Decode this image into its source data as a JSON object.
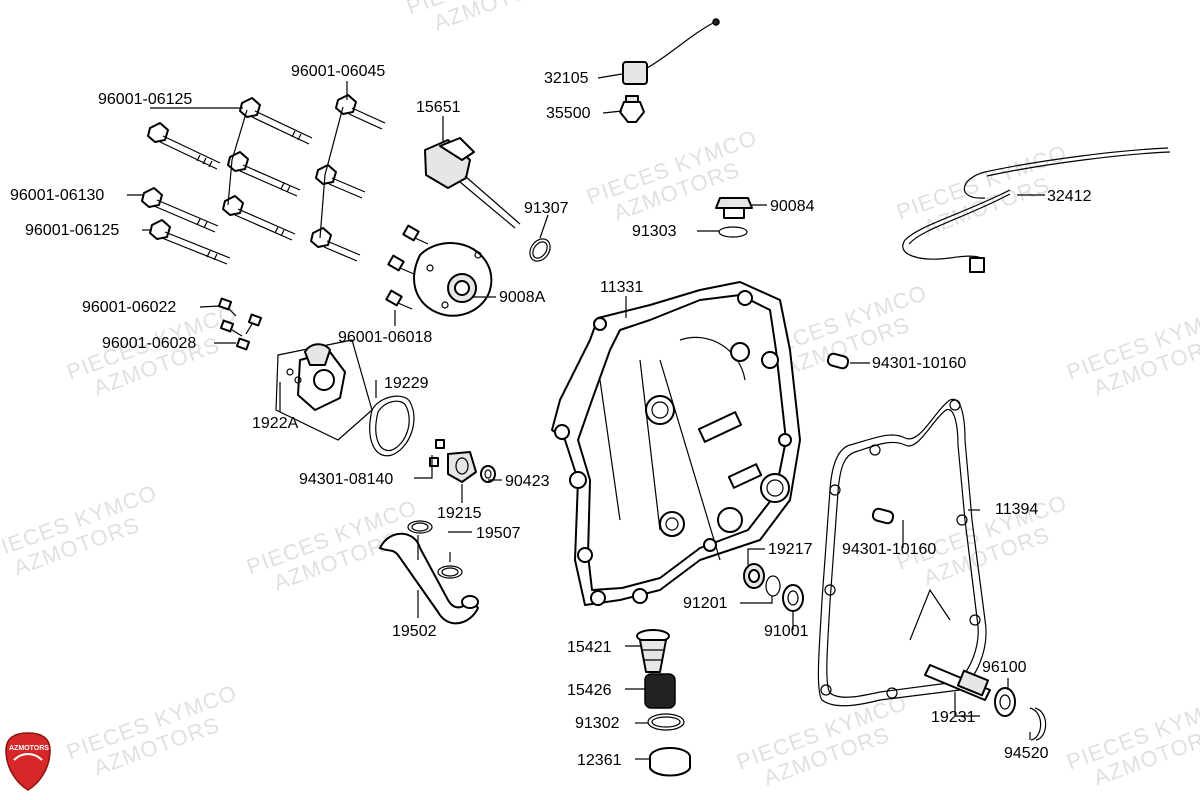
{
  "watermark": {
    "line1": "PIECES KYMCO",
    "line2": "AZMOTORS"
  },
  "logo": {
    "text": "AZMOTORS",
    "color": "#d62828"
  },
  "parts": {
    "p32105": "32105",
    "p35500": "35500",
    "p96001_06045": "96001-06045",
    "p96001_06125a": "96001-06125",
    "p15651": "15651",
    "p96001_06130": "96001-06130",
    "p96001_06125b": "96001-06125",
    "p91307": "91307",
    "p90084": "90084",
    "p91303": "91303",
    "p32412": "32412",
    "p9008A": "9008A",
    "p11331": "11331",
    "p96001_06022": "96001-06022",
    "p96001_06018": "96001-06018",
    "p96001_06028": "96001-06028",
    "p94301_10160a": "94301-10160",
    "p19229": "19229",
    "p1922A": "1922A",
    "p94301_08140": "94301-08140",
    "p90423": "90423",
    "p19215": "19215",
    "p11394": "11394",
    "p19507": "19507",
    "p19217": "19217",
    "p94301_10160b": "94301-10160",
    "p91201": "91201",
    "p91001": "91001",
    "p19502": "19502",
    "p15421": "15421",
    "p15426": "15426",
    "p96100": "96100",
    "p19231": "19231",
    "p91302": "91302",
    "p12361": "12361",
    "p94520": "94520"
  }
}
